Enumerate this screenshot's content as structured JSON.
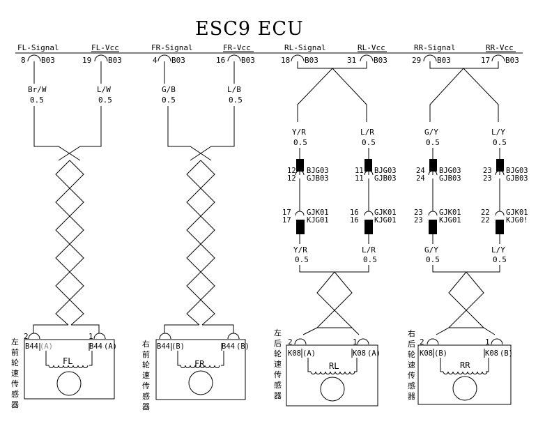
{
  "title": "ESC9 ECU",
  "ecu_connector": "B03",
  "channels": [
    {
      "id": "FL",
      "signal": {
        "label": "FL-Signal",
        "pin": "8"
      },
      "vcc": {
        "label": "FL-Vcc",
        "pin": "19"
      },
      "upper_wires": [
        {
          "color": "Br/W",
          "gauge": "0.5"
        },
        {
          "color": "L/W",
          "gauge": "0.5"
        }
      ],
      "sensor": {
        "label": "FL",
        "left_pin": "2",
        "right_pin": "1",
        "left_conn": "B44",
        "left_conn_suffix": "(A)",
        "right_conn": "B44",
        "right_conn_suffix": "(A)",
        "name_chars": [
          "左",
          "前",
          "轮",
          "速",
          "传",
          "感",
          "器"
        ]
      }
    },
    {
      "id": "FR",
      "signal": {
        "label": "FR-Signal",
        "pin": "4"
      },
      "vcc": {
        "label": "FR-Vcc",
        "pin": "16"
      },
      "upper_wires": [
        {
          "color": "G/B",
          "gauge": "0.5"
        },
        {
          "color": "L/B",
          "gauge": "0.5"
        }
      ],
      "sensor": {
        "label": "FR",
        "left_pin": "",
        "right_pin": "",
        "left_conn": "B44",
        "left_conn_suffix": "(B)",
        "right_conn": "B44",
        "right_conn_suffix": "(B)",
        "name_chars": [
          "右",
          "前",
          "轮",
          "速",
          "传",
          "感",
          "器"
        ]
      }
    },
    {
      "id": "RL",
      "signal": {
        "label": "RL-Signal",
        "pin": "18"
      },
      "vcc": {
        "label": "RL-Vcc",
        "pin": "31"
      },
      "mid_wires": [
        {
          "color": "Y/R",
          "gauge": "0.5"
        },
        {
          "color": "L/R",
          "gauge": "0.5"
        }
      ],
      "connectors": [
        {
          "pin": "12",
          "top": "BJG03",
          "bottom": "GJB03"
        },
        {
          "pin": "11",
          "top": "BJG03",
          "bottom": "GJB03"
        }
      ],
      "connectors2": [
        {
          "pin": "17",
          "top": "GJK01",
          "bottom": "KJG01"
        },
        {
          "pin": "16",
          "top": "GJK01",
          "bottom": "KJG01"
        }
      ],
      "lower_wires": [
        {
          "color": "Y/R",
          "gauge": "0.5"
        },
        {
          "color": "L/R",
          "gauge": "0.5"
        }
      ],
      "sensor": {
        "label": "RL",
        "left_pin": "2",
        "right_pin": "1",
        "left_conn": "K08",
        "left_conn_suffix": "(A)",
        "right_conn": "K08",
        "right_conn_suffix": "(A)",
        "name_chars": [
          "左",
          "后",
          "轮",
          "速",
          "传",
          "感",
          "器"
        ]
      }
    },
    {
      "id": "RR",
      "signal": {
        "label": "RR-Signal",
        "pin": "29"
      },
      "vcc": {
        "label": "RR-Vcc",
        "pin": "17"
      },
      "mid_wires": [
        {
          "color": "G/Y",
          "gauge": "0.5"
        },
        {
          "color": "L/Y",
          "gauge": "0.5"
        }
      ],
      "connectors": [
        {
          "pin": "24",
          "top": "BJG03",
          "bottom": "GJB03"
        },
        {
          "pin": "23",
          "top": "BJG03",
          "bottom": "GJB03"
        }
      ],
      "connectors2": [
        {
          "pin": "23",
          "top": "GJK01",
          "bottom": "KJG01"
        },
        {
          "pin": "22",
          "top": "GJK01",
          "bottom": "KJG0!"
        }
      ],
      "lower_wires": [
        {
          "color": "G/Y",
          "gauge": "0.5"
        },
        {
          "color": "L/Y",
          "gauge": "0.5"
        }
      ],
      "sensor": {
        "label": "RR",
        "left_pin": "2",
        "right_pin": "1",
        "left_conn": "K08",
        "left_conn_suffix": "(B)",
        "right_conn": "K08",
        "right_conn_suffix": "(B)",
        "name_chars": [
          "右",
          "后",
          "轮",
          "速",
          "传",
          "感",
          "器"
        ]
      }
    }
  ]
}
